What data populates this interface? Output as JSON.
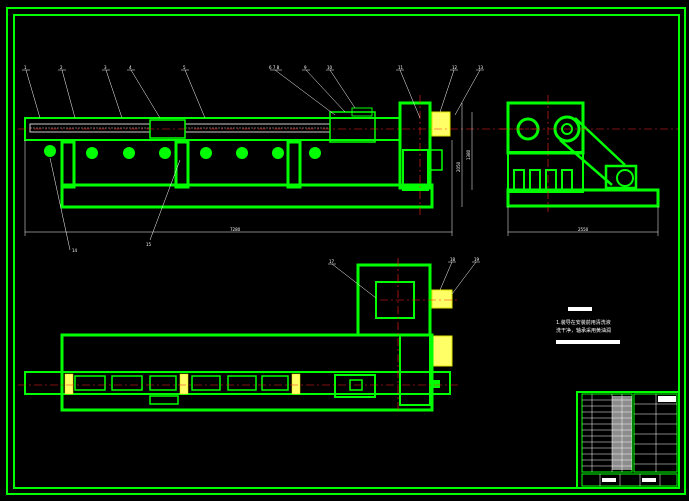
{
  "drawing": {
    "balloons_top": [
      "1",
      "2",
      "3",
      "4",
      "5",
      "6 7 8",
      "9",
      "10",
      "11",
      "12",
      "13"
    ],
    "balloons_lower_front": [
      "14",
      "15"
    ],
    "balloons_plan": [
      "17",
      "18",
      "19"
    ],
    "dimensions": {
      "overall_length": "7280",
      "height_1": "2050",
      "height_2": "1380",
      "side_width": "2550"
    },
    "notes": {
      "line1": "1.装导在安装前用清洗液",
      "line2": "洗干净，轴承采用黄油润"
    },
    "colors": {
      "frame": "#00ff00",
      "highlight": "#ffff66",
      "centerline": "#ff2020",
      "annotation": "#ffffff"
    }
  }
}
